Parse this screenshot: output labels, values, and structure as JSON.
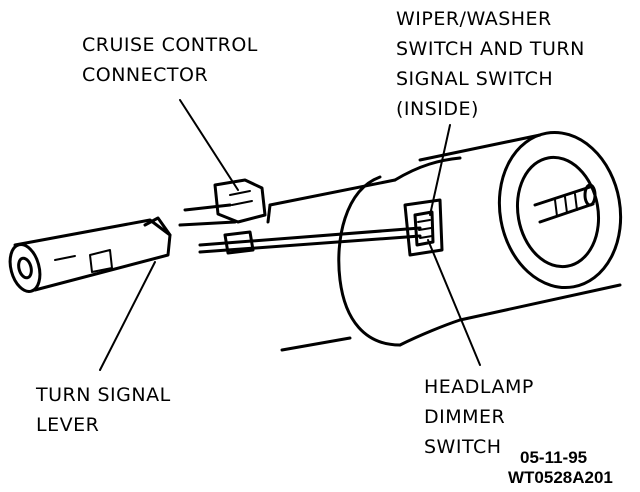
{
  "labels": {
    "cruise_control_connector": [
      "CRUISE CONTROL",
      "CONNECTOR"
    ],
    "wiper_washer_switch": [
      "WIPER/WASHER",
      "SWITCH AND TURN",
      "SIGNAL SWITCH",
      "(INSIDE)"
    ],
    "turn_signal_lever": [
      "TURN SIGNAL",
      "LEVER"
    ],
    "headlamp_dimmer_switch": [
      "HEADLAMP",
      "DIMMER",
      "SWITCH"
    ]
  },
  "reference": {
    "date": "05-11-95",
    "code": "WT0528A201"
  }
}
